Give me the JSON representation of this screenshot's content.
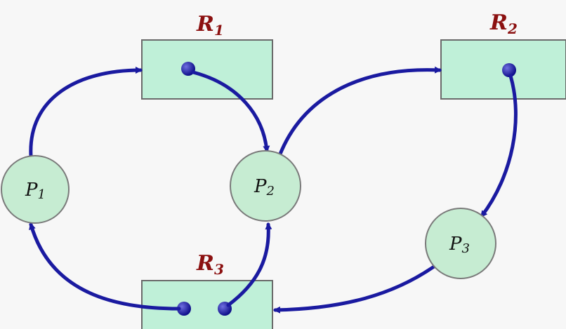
{
  "colors": {
    "resource_fill": "#bff0d8",
    "process_fill": "#c6ecd2",
    "edge": "#1a1aa0",
    "resource_label": "#8b1010",
    "dot": "#0e0e8a"
  },
  "resources": [
    {
      "id": "R1",
      "base": "R",
      "sub": "1"
    },
    {
      "id": "R2",
      "base": "R",
      "sub": "2"
    },
    {
      "id": "R3",
      "base": "R",
      "sub": "3"
    }
  ],
  "processes": [
    {
      "id": "P1",
      "base": "P",
      "sub": "1"
    },
    {
      "id": "P2",
      "base": "P",
      "sub": "2"
    },
    {
      "id": "P3",
      "base": "P",
      "sub": "3"
    }
  ],
  "edges": [
    {
      "from": "P1",
      "to": "R1",
      "kind": "request"
    },
    {
      "from": "R1",
      "to": "P2",
      "kind": "assignment"
    },
    {
      "from": "P2",
      "to": "R2",
      "kind": "request"
    },
    {
      "from": "R2",
      "to": "P3",
      "kind": "assignment"
    },
    {
      "from": "P3",
      "to": "R3",
      "kind": "request"
    },
    {
      "from": "R3",
      "to": "P1",
      "kind": "assignment"
    },
    {
      "from": "R3",
      "to": "P2",
      "kind": "assignment"
    }
  ]
}
